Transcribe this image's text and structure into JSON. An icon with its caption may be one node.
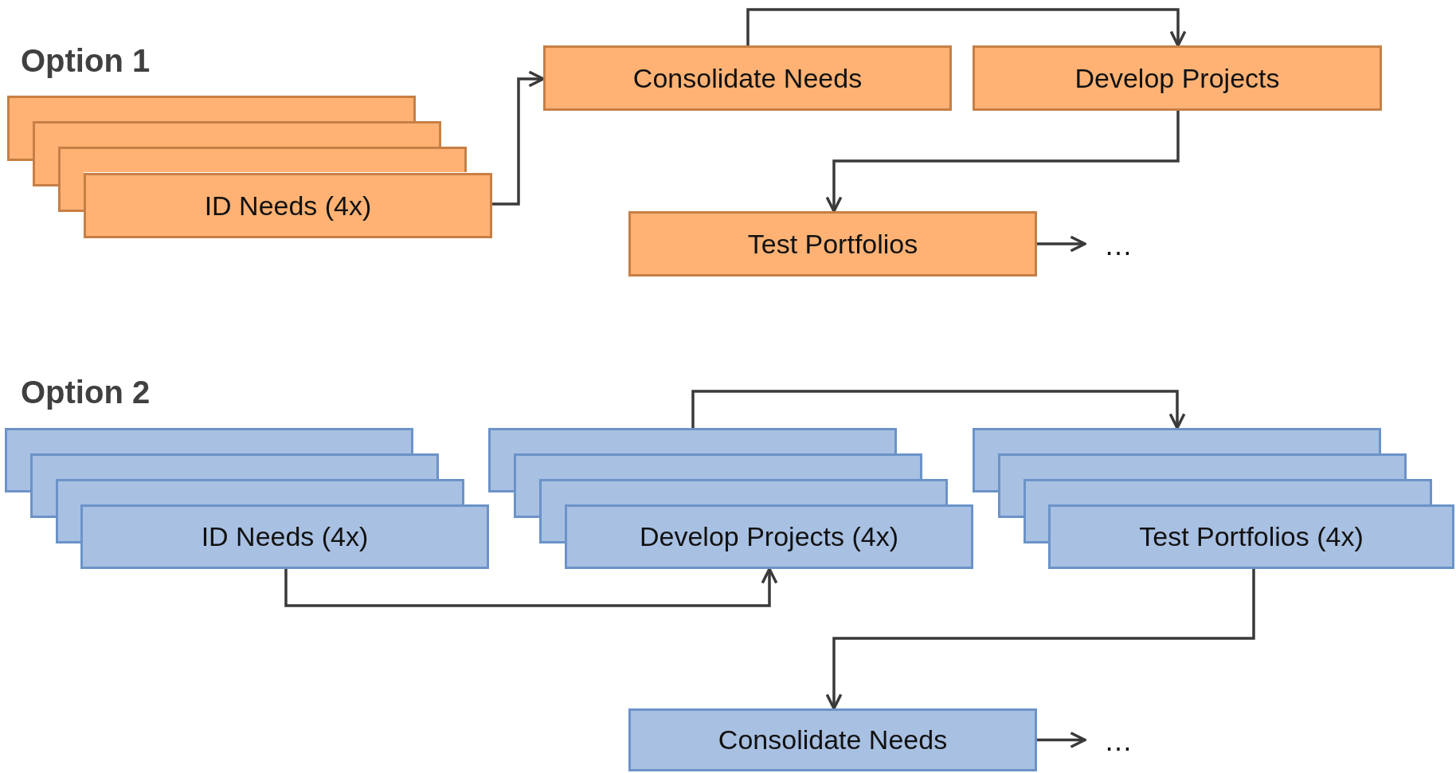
{
  "diagram": {
    "nodes": [
      {
        "text": [],
        "shape": "box"
      },
      {
        "text": [],
        "shape": "box"
      },
      {
        "text": [],
        "shape": "box"
      },
      {
        "text": [
          "ID Needs (4x)"
        ]
      },
      {
        "text": [
          "Consolidate Needs"
        ]
      },
      {
        "text": [
          "Develop Projects"
        ]
      },
      {
        "text": [
          "Test Portfolios"
        ]
      },
      {
        "text": [
          "…"
        ]
      },
      {
        "text": [],
        "shape": "box"
      },
      {
        "text": [],
        "shape": "box"
      },
      {
        "text": [],
        "shape": "box"
      },
      {
        "text": [
          "ID Needs (4x)"
        ]
      },
      {
        "text": [],
        "shape": "box"
      },
      {
        "text": [],
        "shape": "box"
      },
      {
        "text": [],
        "shape": "box"
      },
      {
        "text": [
          "Develop Projects (4x)"
        ]
      },
      {
        "text": [],
        "shape": "box"
      },
      {
        "text": [],
        "shape": "box"
      },
      {
        "text": [],
        "shape": "box"
      },
      {
        "text": [
          "Test Portfolios (4x)"
        ]
      },
      {
        "text": [
          "Consolidate Needs"
        ]
      },
      {
        "text": [
          "…"
        ]
      }
    ],
    "edges": [
      {
        "from": 3,
        "to": 4,
        "arrow": "to"
      },
      {
        "from": 4,
        "to": 5,
        "arrow": "to"
      },
      {
        "from": 5,
        "to": 6,
        "arrow": "to"
      },
      {
        "from": 6,
        "to": 7,
        "arrow": "to"
      },
      {
        "from": 11,
        "to": 15,
        "arrow": "to"
      },
      {
        "from": 12,
        "to": 16,
        "arrow": "to"
      },
      {
        "from": 19,
        "to": 20,
        "arrow": "to"
      },
      {
        "from": 20,
        "to": 21,
        "arrow": "to"
      }
    ],
    "labels": [
      "Option 1",
      "Option 2"
    ]
  }
}
